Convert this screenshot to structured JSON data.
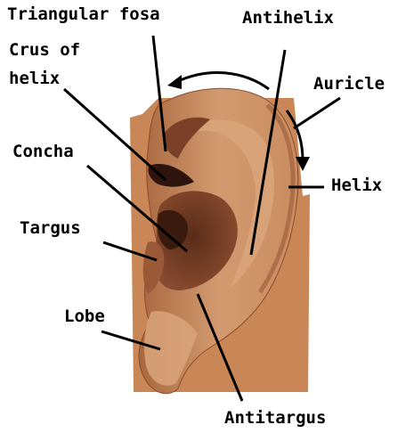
{
  "labels": {
    "triangular_fosa": "Triangular fosa",
    "antihelix": "Antihelix",
    "crus_line1": "Crus of",
    "crus_line2": "helix",
    "auricle": "Auricle",
    "concha": "Concha",
    "helix": "Helix",
    "targus": "Targus",
    "lobe": "Lobe",
    "antitargus": "Antitargus"
  },
  "colors": {
    "skin_light": "#d9a57b",
    "skin_mid": "#b9784f",
    "skin_dark": "#8a4c2f",
    "cavity": "#4a2316",
    "line": "#000000",
    "background": "#ffffff"
  }
}
